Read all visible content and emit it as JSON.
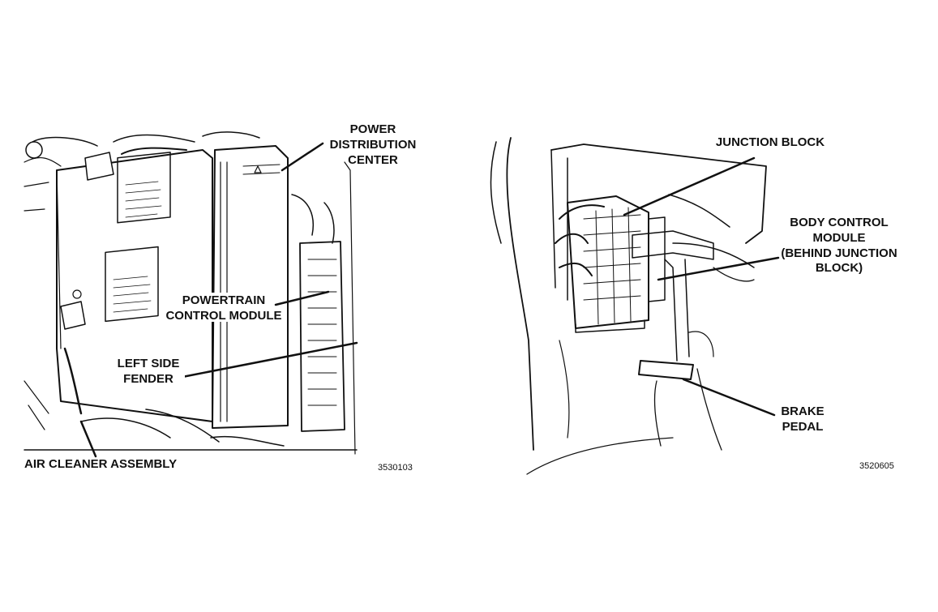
{
  "left_figure": {
    "labels": {
      "pdc_1": "POWER",
      "pdc_2": "DISTRIBUTION",
      "pdc_3": "CENTER",
      "pcm_1": "POWERTRAIN",
      "pcm_2": "CONTROL MODULE",
      "fender_1": "LEFT SIDE",
      "fender_2": "FENDER",
      "air_cleaner": "AIR CLEANER ASSEMBLY"
    },
    "figure_number": "3530103"
  },
  "right_figure": {
    "labels": {
      "jb": "JUNCTION BLOCK",
      "bcm_1": "BODY CONTROL",
      "bcm_2": "MODULE",
      "bcm_3": "(BEHIND JUNCTION",
      "bcm_4": "BLOCK)",
      "brake_1": "BRAKE",
      "brake_2": "PEDAL"
    },
    "figure_number": "3520605"
  }
}
